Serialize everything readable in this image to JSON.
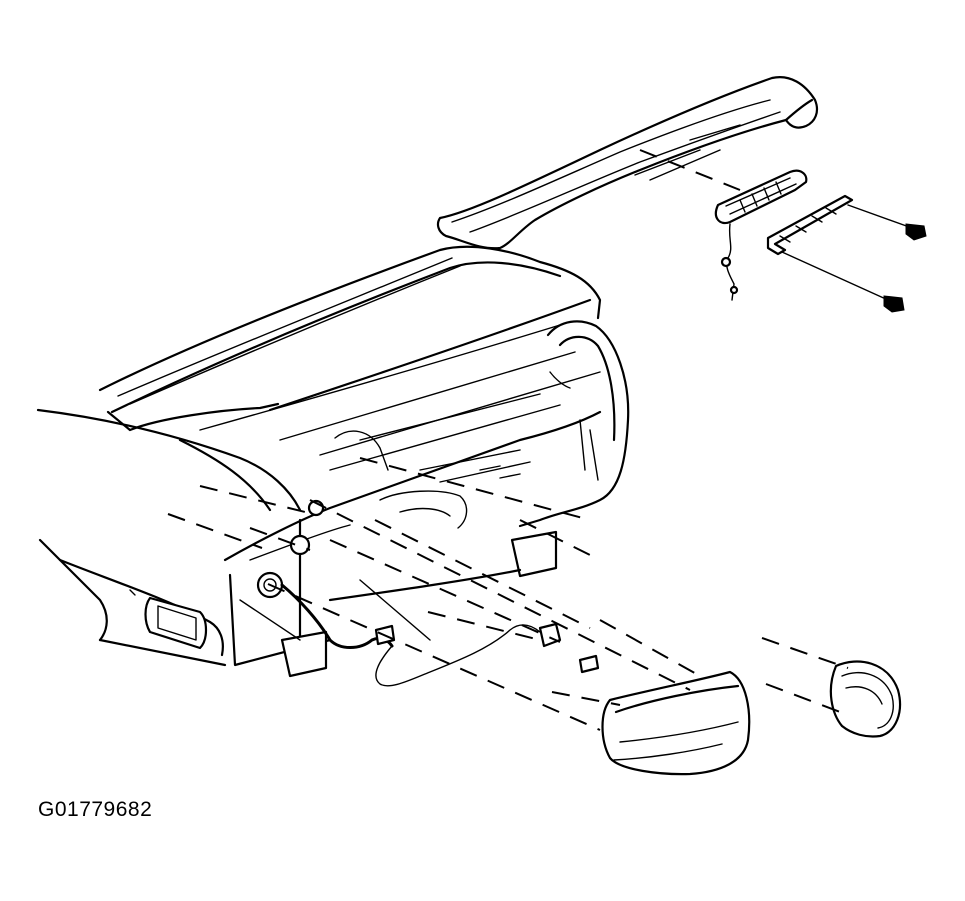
{
  "figure": {
    "id_label": "G01779682",
    "background": "#ffffff",
    "line_color": "#000000"
  },
  "parts": [
    {
      "name": "rear-spoiler"
    },
    {
      "name": "high-mount-stop-lamp"
    },
    {
      "name": "stop-lamp-bracket"
    },
    {
      "name": "mounting-screw"
    },
    {
      "name": "rear-body-trunk-opening"
    },
    {
      "name": "wiring-harness"
    },
    {
      "name": "tail-lamp-left"
    },
    {
      "name": "tail-lamp-right"
    }
  ]
}
